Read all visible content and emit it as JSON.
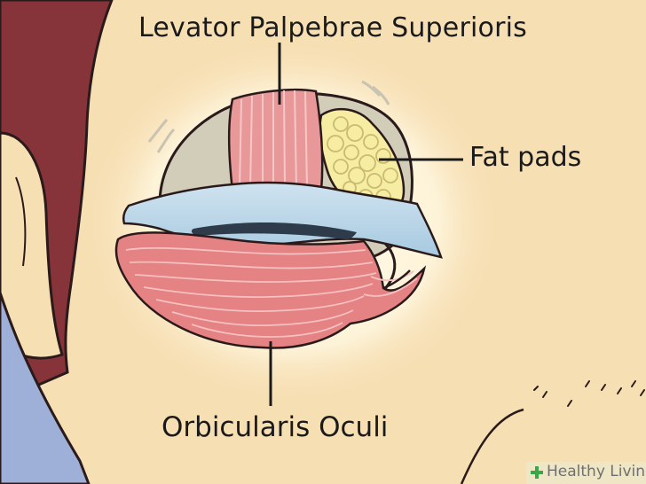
{
  "labels": {
    "top": "Levator Palpebrae Superioris",
    "right": "Fat pads",
    "bottom": "Orbicularis Oculi"
  },
  "watermark": {
    "text": "Healthy Living"
  },
  "colors": {
    "skin": "#f7dfb4",
    "hair": "#86333a",
    "glow": "#fdf5dc",
    "sclera_bone": "#d2cdb9",
    "levator_muscle": "#e89898",
    "fat_pads": "#f6eca2",
    "eyelid_membrane": "#a9cde3",
    "orbicularis_muscle": "#e58283",
    "shirt": "#9fb0d8",
    "leader_line": "#1a1a1a",
    "watermark_green": "#3aa64a"
  }
}
